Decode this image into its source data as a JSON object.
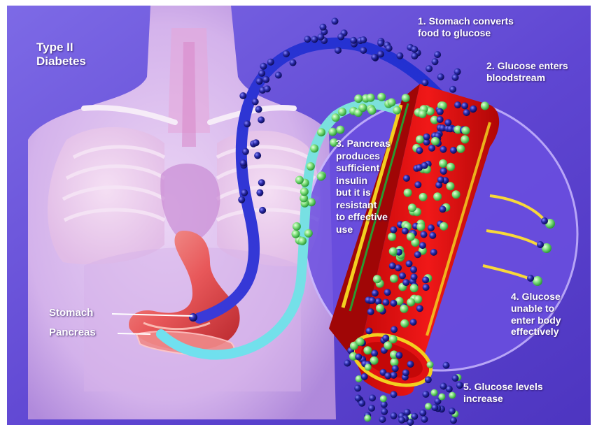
{
  "diagram": {
    "title": "Type II\nDiabetes",
    "steps": [
      {
        "id": "step1",
        "text": "1. Stomach converts\nfood to glucose"
      },
      {
        "id": "step2",
        "text": "2. Glucose enters\nbloodstream"
      },
      {
        "id": "step3",
        "text": "3. Pancreas\nproduces\nsufficient\ninsulin\nbut it is\nresistant\nto effective\nuse"
      },
      {
        "id": "step4",
        "text": "4. Glucose\nunable to\nenter body\neffectively"
      },
      {
        "id": "step5",
        "text": "5. Glucose levels\nincrease"
      }
    ],
    "organs": {
      "stomach": "Stomach",
      "pancreas": "Pancreas"
    },
    "colors": {
      "background": "#6a4fd8",
      "glucose": "#2a2aa8",
      "insulin": "#7ee07a",
      "vessel": "#e01010",
      "vessel_lining": "#f2d020",
      "stomach": "#e8585a"
    }
  }
}
